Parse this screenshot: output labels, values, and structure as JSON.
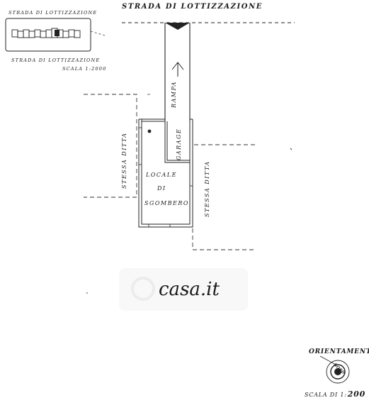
{
  "top_road": "STRADA DI LOTTIZZAZIONE",
  "key_plan": {
    "road_top": "STRADA DI LOTTIZZAZIONE",
    "road_bottom": "STRADA DI LOTTIZZAZIONE",
    "scale": "SCALA 1:2000"
  },
  "ramp_label": "RAMPA",
  "garage_label": "GARAGE",
  "room_label": {
    "line1": "LOCALE",
    "line2": "DI",
    "line3": "SGOMBERO"
  },
  "left_neighbor": "STESSA DITTA",
  "right_neighbor": "STESSA DITTA",
  "watermark": "casa.it",
  "orientation": {
    "title": "ORIENTAMENTO",
    "north": "NORD"
  },
  "scale_note": {
    "prefix": "SCALA DI 1:",
    "value": "200"
  }
}
